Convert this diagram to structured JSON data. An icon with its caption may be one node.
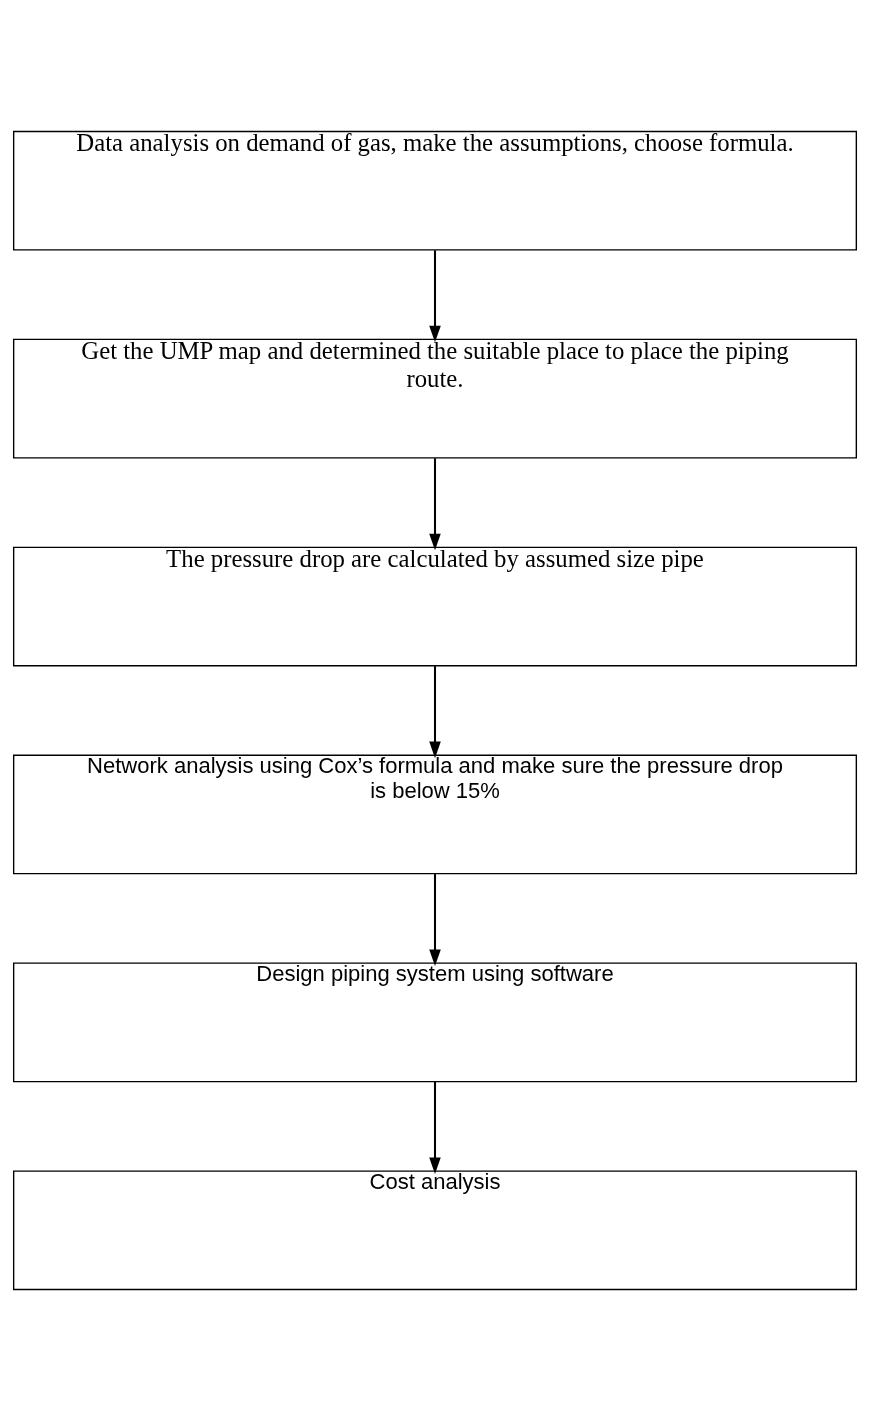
{
  "diagram": {
    "nodes": [
      {
        "text": [
          "Data analysis on demand of gas, make the assumptions, choose formula."
        ]
      },
      {
        "text": [
          "Get the UMP map and determined the suitable place to place the piping route."
        ]
      },
      {
        "text": [
          "The pressure drop are calculated by assumed size pipe"
        ]
      },
      {
        "text": [
          "Network analysis using Cox’s formula and make sure the pressure drop is below 15%"
        ]
      },
      {
        "text": [
          "Design piping system using software"
        ]
      },
      {
        "text": [
          "Cost analysis"
        ]
      }
    ],
    "edges": [
      {
        "from": 0,
        "to": 1,
        "arrow": "to"
      },
      {
        "from": 1,
        "to": 2,
        "arrow": "to"
      },
      {
        "from": 2,
        "to": 3,
        "arrow": "to"
      },
      {
        "from": 3,
        "to": 4,
        "arrow": "to"
      },
      {
        "from": 4,
        "to": 5,
        "arrow": "to"
      }
    ]
  }
}
